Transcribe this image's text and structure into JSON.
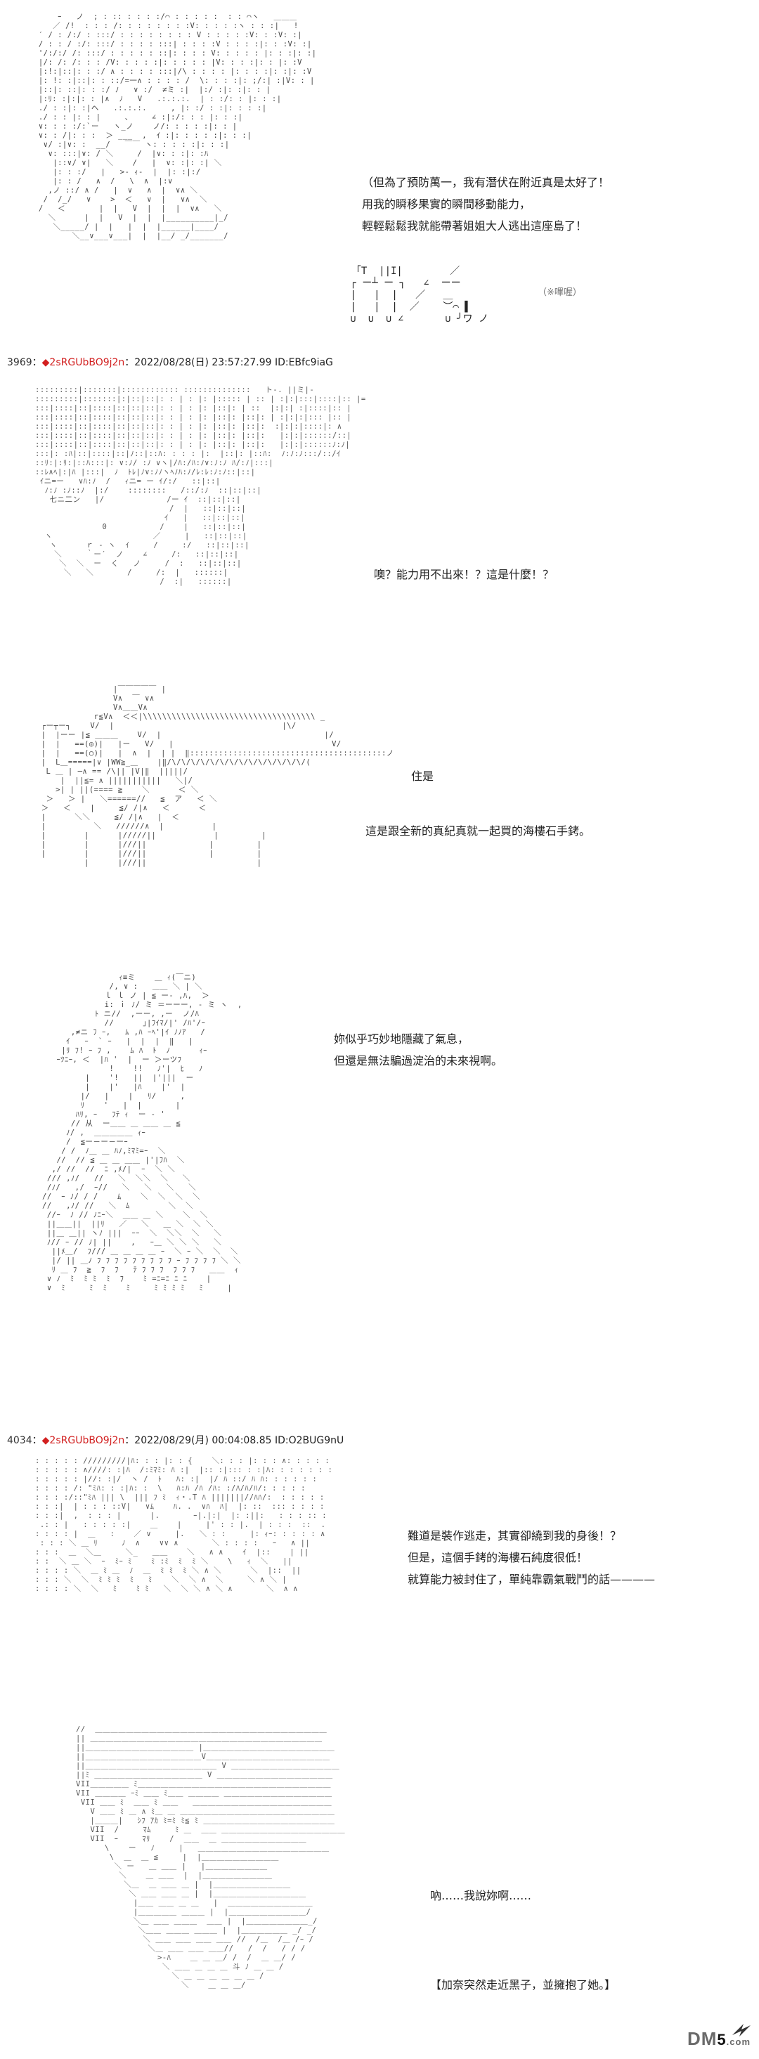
{
  "panels": [
    {
      "dialog": [
        "（但為了預防萬一，我有潛伏在附近真是太好了！",
        "用我的瞬移果實的瞬間移動能力，",
        "輕輕鬆鬆我就能帶著姐姐大人逃出這座島了！"
      ],
      "sfx": "（※嗶喔）"
    },
    {
      "post": {
        "number": "3969",
        "separator": "：",
        "marker": "◆",
        "name": "2sRGUbBO9j2n",
        "date": "：2022/08/28(日) 23:57:27.99 ID:EBfc9iaG"
      },
      "dialog": [
        "噢？能力用不出來！？這是什麼！？"
      ]
    },
    {
      "dialog": [
        "住是",
        "這是跟全新的真紀真就一起買的海樓石手銬。"
      ]
    },
    {
      "dialog": [
        "妳似乎巧妙地隱藏了氣息，",
        "但還是無法騙過淀治的未來視啊。"
      ]
    },
    {
      "post": {
        "number": "4034",
        "separator": "：",
        "marker": "◆",
        "name": "2sRGUbBO9j2n",
        "date": "：2022/08/29(月) 00:04:08.85 ID:O2BUG9nU"
      },
      "dialog": [
        "難道是裝作逃走，其實卻繞到我的身後！？",
        "但是，這個手銬的海樓石純度很低！",
        "就算能力被封住了，單純靠霸氣戰鬥的話————"
      ]
    },
    {
      "dialog": [
        "吶……我說妳啊……",
        "【加奈突然走近黑子，並擁抱了她。】"
      ]
    }
  ],
  "watermark": {
    "main": "DM",
    "accent": "5",
    "suffix": ".com"
  }
}
